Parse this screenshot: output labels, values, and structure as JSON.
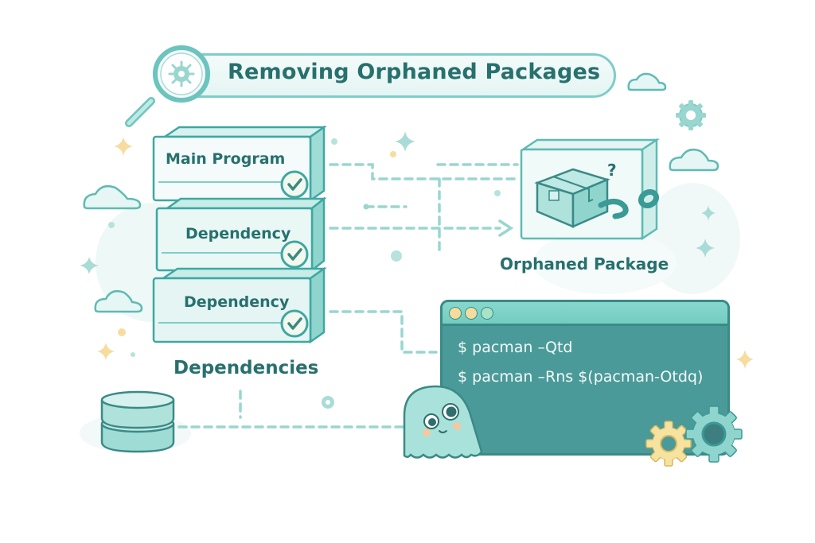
{
  "title": "Removing Orphaned Packages",
  "stack": {
    "items": [
      {
        "label": "Main Program",
        "status": "checked"
      },
      {
        "label": "Dependency",
        "status": "checked"
      },
      {
        "label": "Dependency",
        "status": "checked"
      }
    ],
    "caption": "Dependencies"
  },
  "orphan": {
    "caption": "Orphaned Package",
    "badge": "?"
  },
  "terminal": {
    "lines": [
      "$ pacman –Qtd",
      "$ pacman –Rns $(pacman-Otdq)"
    ],
    "window_dots": [
      "#f6dc9a",
      "#f3dca0",
      "#a8e2c7"
    ]
  },
  "colors": {
    "accent": "#27706e",
    "outline": "#3fa7a2",
    "fill": "#bfe9e4",
    "terminal_bg": "#4a9a99",
    "terminal_bar": "#7fd3c9",
    "gear_yellow": "#f6e3a0",
    "sparkle_yellow": "#f7dca0"
  }
}
